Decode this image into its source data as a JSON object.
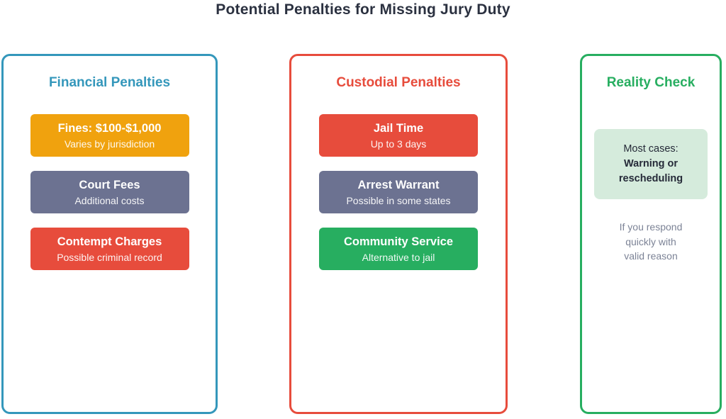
{
  "title": "Potential Penalties for Missing Jury Duty",
  "colors": {
    "title_text": "#2B3140",
    "background": "#ffffff"
  },
  "panels": [
    {
      "heading": "Financial Penalties",
      "accent": "#3497BB",
      "items": [
        {
          "title": "Fines: $100-$1,000",
          "subtitle": "Varies by jurisdiction",
          "bg": "#F0A20E"
        },
        {
          "title": "Court Fees",
          "subtitle": "Additional costs",
          "bg": "#6C7291"
        },
        {
          "title": "Contempt Charges",
          "subtitle": "Possible criminal record",
          "bg": "#E74C3C"
        }
      ]
    },
    {
      "heading": "Custodial Penalties",
      "accent": "#E74C3C",
      "items": [
        {
          "title": "Jail Time",
          "subtitle": "Up to 3 days",
          "bg": "#E74C3C"
        },
        {
          "title": "Arrest Warrant",
          "subtitle": "Possible in some states",
          "bg": "#6C7291"
        },
        {
          "title": "Community Service",
          "subtitle": "Alternative to jail",
          "bg": "#27AE60"
        }
      ]
    },
    {
      "heading": "Reality Check",
      "accent": "#27AE60",
      "note": {
        "bg": "#D5EBDC",
        "line1": "Most cases:",
        "line2": "Warning or",
        "line3": "rescheduling"
      },
      "caption_lines": [
        "If you respond",
        "quickly with",
        "valid reason"
      ]
    }
  ]
}
